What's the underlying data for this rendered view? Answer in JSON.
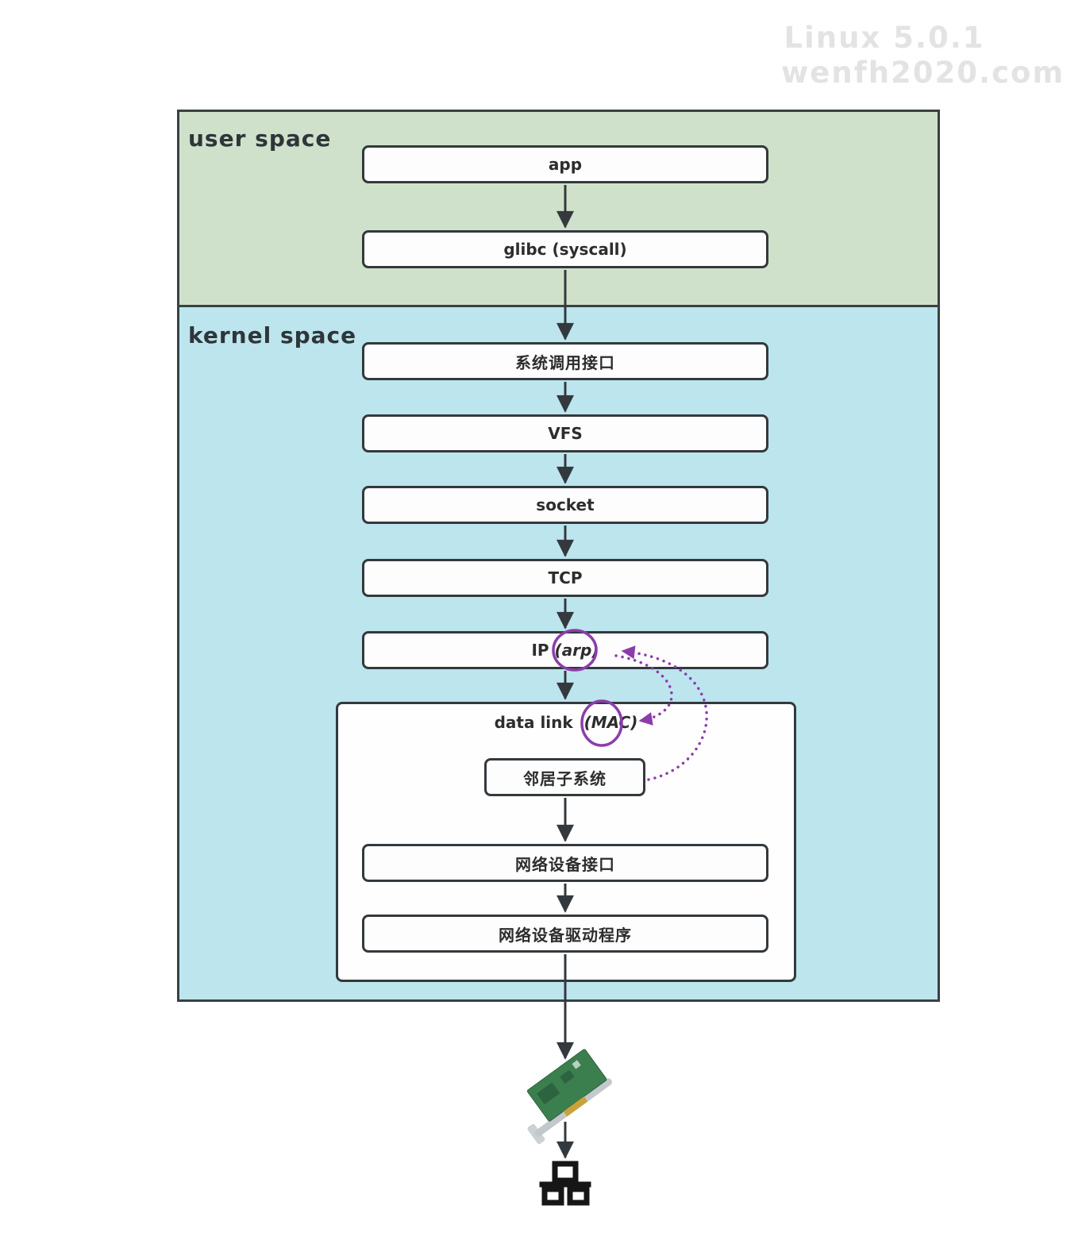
{
  "watermark": {
    "line1": "Linux 5.0.1",
    "line2": "wenfh2020.com"
  },
  "sections": {
    "user_space": "user space",
    "kernel_space": "kernel space"
  },
  "nodes": {
    "app": "app",
    "glibc": "glibc (syscall)",
    "syscall_interface": "系统调用接口",
    "vfs": "VFS",
    "socket": "socket",
    "tcp": "TCP",
    "ip": "IP",
    "ip_circled": "(arp)",
    "data_link": "data link",
    "data_link_circled": "(MAC)",
    "neighbor_subsystem": "邻居子系统",
    "net_device_interface": "网络设备接口",
    "net_device_driver": "网络设备驱动程序"
  },
  "edges": {
    "solid_flow": [
      "app → glibc (syscall)",
      "glibc (syscall) → 系统调用接口",
      "系统调用接口 → VFS",
      "VFS → socket",
      "socket → TCP",
      "TCP → IP (arp)",
      "IP (arp) → data link (MAC)",
      "邻居子系统 → 网络设备接口",
      "网络设备接口 → 网络设备驱动程序",
      "网络设备驱动程序 → 网卡",
      "网卡 → 网络"
    ],
    "dotted_purple": [
      "邻居子系统 ⇢ IP (arp)",
      "IP (arp) ⇢ data link (MAC)"
    ]
  },
  "icons": {
    "nic": "network-interface-card",
    "lan": "ethernet-network"
  },
  "colors": {
    "user_space_bg": "#cfe1ca",
    "kernel_space_bg": "#bce5ee",
    "border": "#33393d",
    "highlight_purple": "#8d3cab",
    "watermark": "#e3e3e3"
  }
}
